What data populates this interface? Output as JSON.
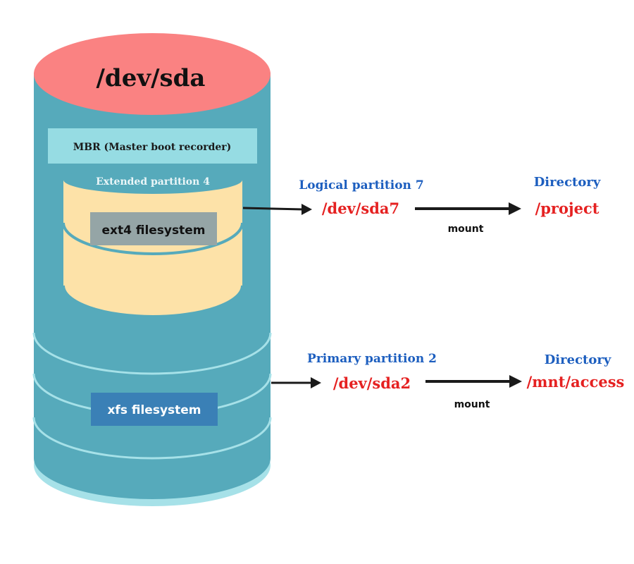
{
  "disk": {
    "title": "/dev/sda",
    "mbr_label": "MBR (Master boot recorder)",
    "extended_label": "Extended partition 4",
    "ext4_label": "ext4 filesystem",
    "xfs_label": "xfs filesystem"
  },
  "flows": [
    {
      "partition_type": "Logical partition 7",
      "device": "/dev/sda7",
      "action": "mount",
      "target_heading": "Directory",
      "target_path": "/project"
    },
    {
      "partition_type": "Primary partition 2",
      "device": "/dev/sda2",
      "action": "mount",
      "target_heading": "Directory",
      "target_path": "/mnt/access"
    }
  ],
  "colors": {
    "disk_body": "#56aabb",
    "disk_top": "#fa8282",
    "disk_bottom_rim": "#a6e1e8",
    "band_line": "#a6e1e8",
    "mbr_box": "#96dce3",
    "extended_cylinder": "#fde2a8",
    "extended_line": "#56aabb",
    "ext4_box": "#95a5a6",
    "xfs_box": "#3a80b6",
    "label_blue": "#1c5ebf",
    "label_red": "#e52121",
    "arrow": "#1a1a1a"
  }
}
